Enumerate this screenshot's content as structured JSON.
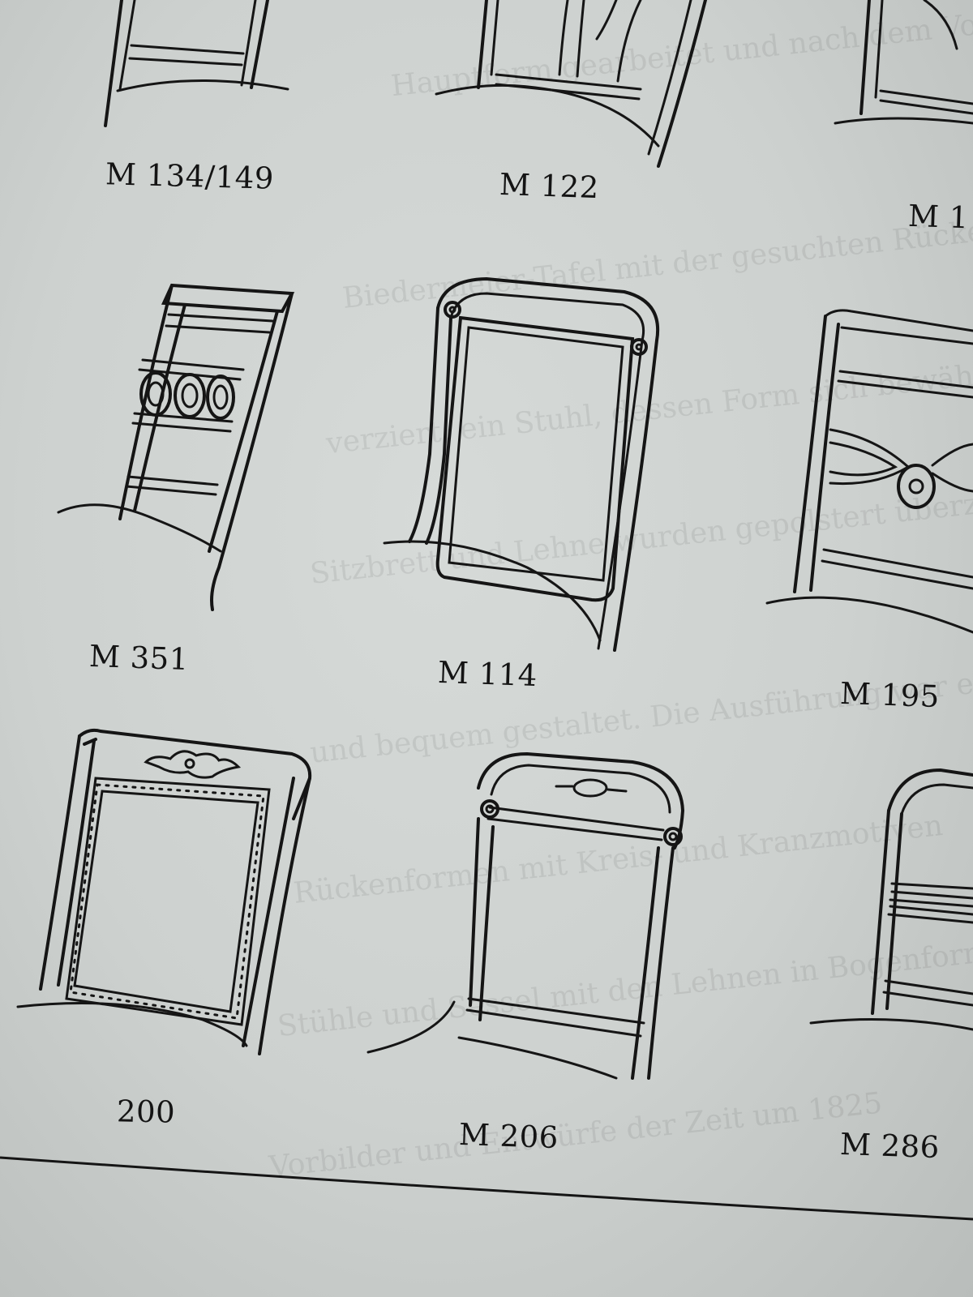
{
  "figures": [
    {
      "id": "m134-149",
      "label": "M 134/149"
    },
    {
      "id": "m122",
      "label": "M 122"
    },
    {
      "id": "m1x-partial",
      "label": "M 1"
    },
    {
      "id": "m351",
      "label": "M 351"
    },
    {
      "id": "m114",
      "label": "M 114"
    },
    {
      "id": "m195",
      "label": "M 195"
    },
    {
      "id": "f200",
      "label": "200"
    },
    {
      "id": "m206",
      "label": "M 206"
    },
    {
      "id": "m286",
      "label": "M 286"
    }
  ],
  "bleed_through": [
    "Hauptform gearbeitet und nach dem Vorbild der",
    "Biedermeier-Tafel mit der gesuchten Rückenlehne",
    "verziert; ein Stuhl, dessen Form sich bewährt hat",
    "Sitzbrett und Lehne wurden gepolstert überzogen",
    "und bequem gestaltet. Die Ausführung war einfach",
    "Rückenformen mit Kreis- und Kranzmotiven",
    "Stühle und Sessel mit den Lehnen in Bogenform",
    "Vorbilder und Entwürfe der Zeit um 1825"
  ],
  "colors": {
    "ink": "#151515",
    "paper": "#d2d6d4"
  }
}
